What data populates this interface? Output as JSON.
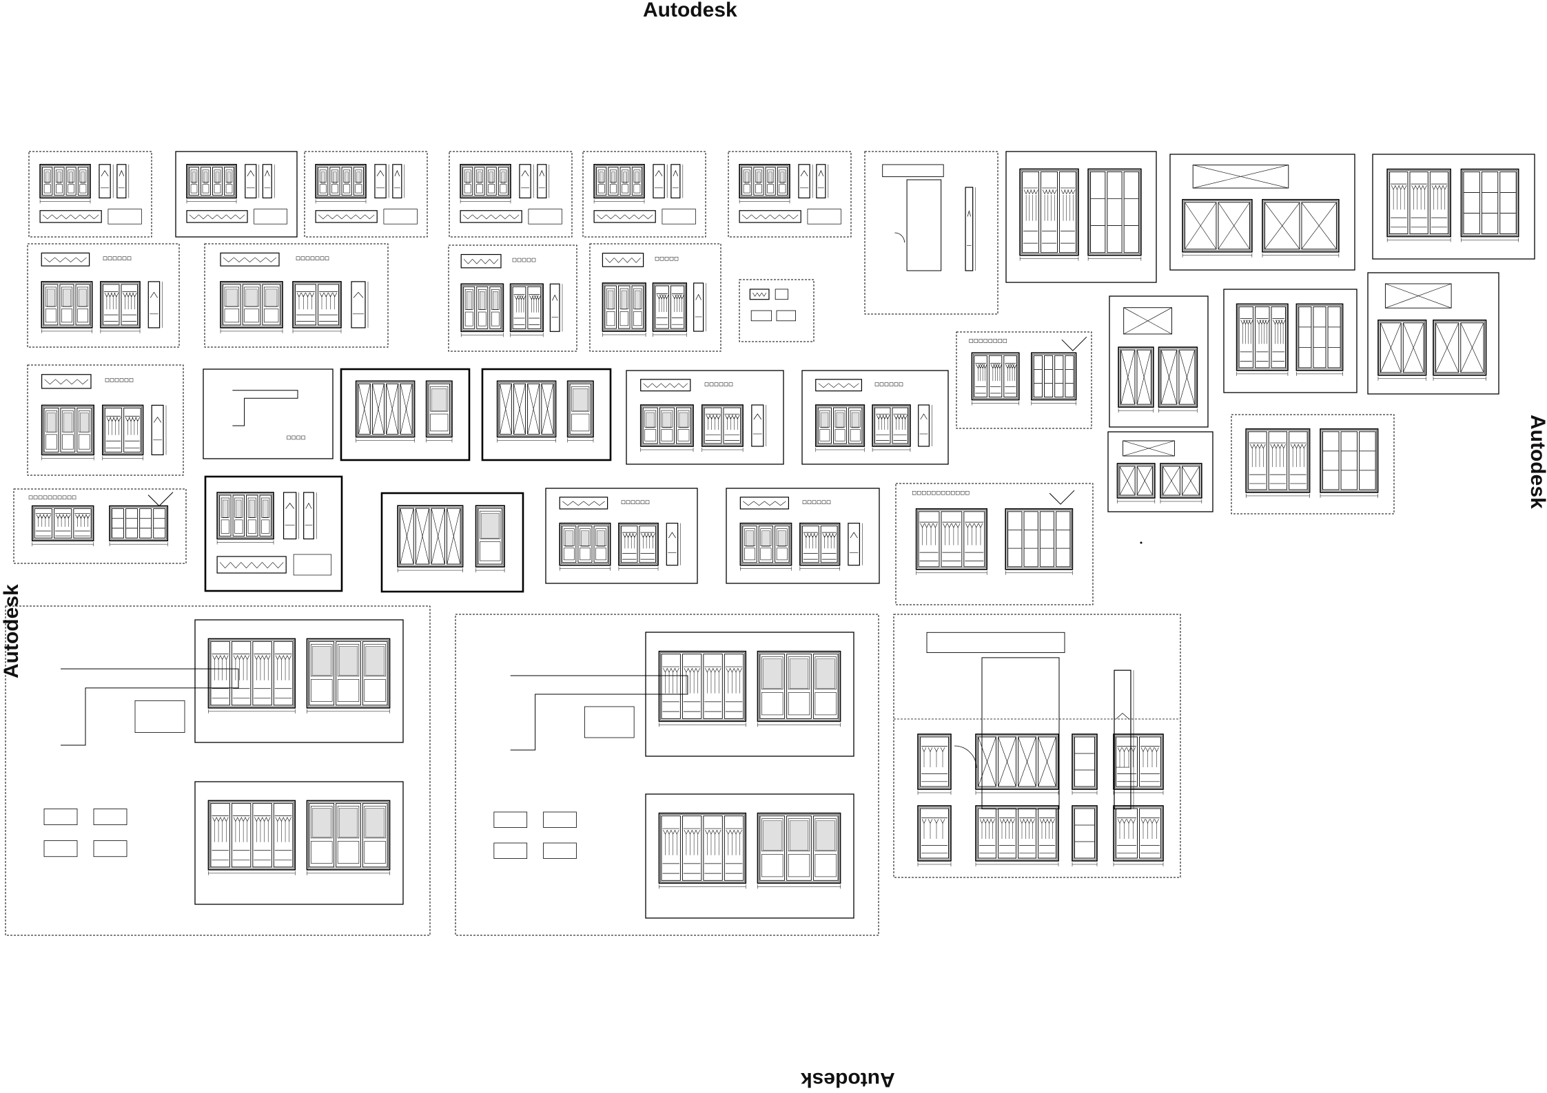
{
  "watermarks": {
    "top": "Autodesk",
    "right": "Autodesk",
    "bottom": "Autodesk",
    "left": "Autodesk"
  },
  "colors": {
    "background": "#ffffff",
    "ink": "#000000",
    "watermark": "#111111"
  },
  "drawing": {
    "sheet_count": 48,
    "sheet_border_styles": [
      "dashed",
      "solid",
      "solid-heavy"
    ],
    "content_type": "wardrobe-elevation-drawings"
  }
}
